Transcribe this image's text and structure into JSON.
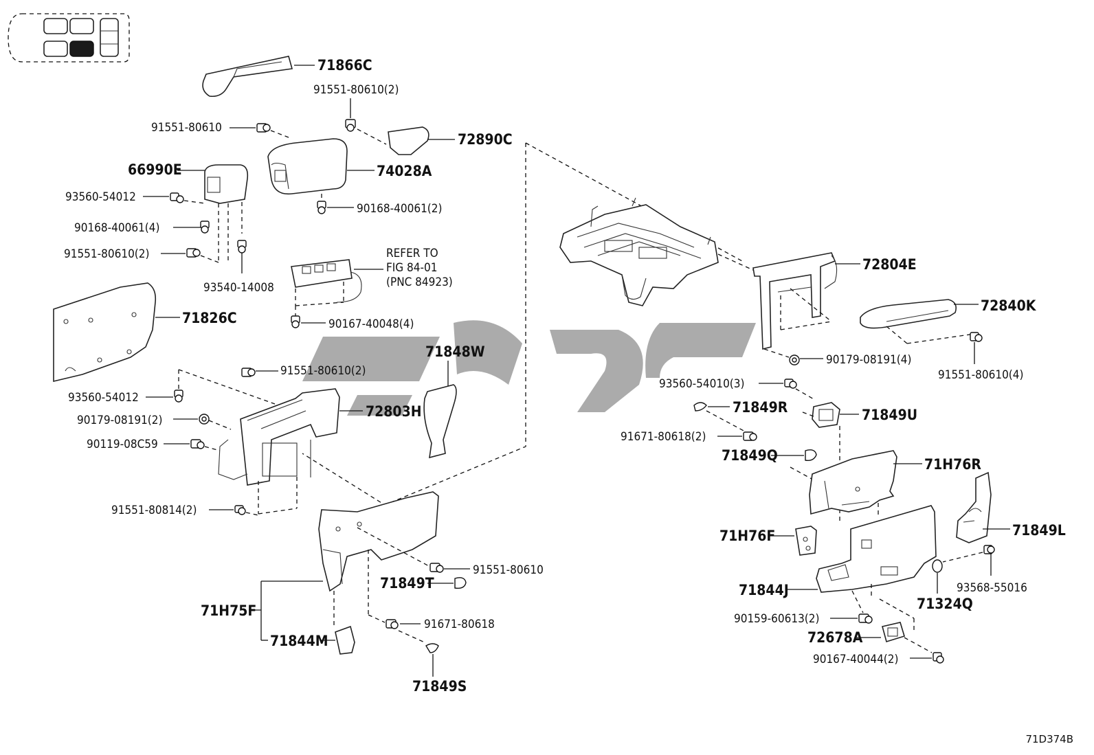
{
  "figure_code": "71D374B",
  "refer_note": [
    "REFER TO",
    "FIG 84-01",
    "(PNC 84923)"
  ],
  "part_numbers": {
    "p71866C": "71866C",
    "p91551_80610_2_top": "91551-80610(2)",
    "p91551_80610_a": "91551-80610",
    "p72890C": "72890C",
    "p66990E": "66990E",
    "p74028A": "74028A",
    "p93560_54012_a": "93560-54012",
    "p90168_40061_2": "90168-40061(2)",
    "p90168_40061_4": "90168-40061(4)",
    "p91551_80610_2_mid": "91551-80610(2)",
    "p93540_14008": "93540-14008",
    "p90167_40048_4": "90167-40048(4)",
    "p71826C": "71826C",
    "p91551_80610_2_low": "91551-80610(2)",
    "p93560_54012_b": "93560-54012",
    "p90179_08191_2": "90179-08191(2)",
    "p90119_08C59": "90119-08C59",
    "p72803H": "72803H",
    "p71848W": "71848W",
    "p91551_80814_2": "91551-80814(2)",
    "p91551_80610_b": "91551-80610",
    "p71849T": "71849T",
    "p71H75F": "71H75F",
    "p91671_80618": "91671-80618",
    "p71844M": "71844M",
    "p71849S": "71849S",
    "p72804E": "72804E",
    "p72840K": "72840K",
    "p90179_08191_4": "90179-08191(4)",
    "p91551_80610_4": "91551-80610(4)",
    "p93560_54010_3": "93560-54010(3)",
    "p71849R": "71849R",
    "p71849U": "71849U",
    "p91671_80618_2": "91671-80618(2)",
    "p71849Q": "71849Q",
    "p71H76R": "71H76R",
    "p71H76F": "71H76F",
    "p71849L": "71849L",
    "p93568_55016": "93568-55016",
    "p71844J": "71844J",
    "p71324Q": "71324Q",
    "p90159_60613_2": "90159-60613(2)",
    "p72678A": "72678A",
    "p90167_40044_2": "90167-40044(2)"
  }
}
